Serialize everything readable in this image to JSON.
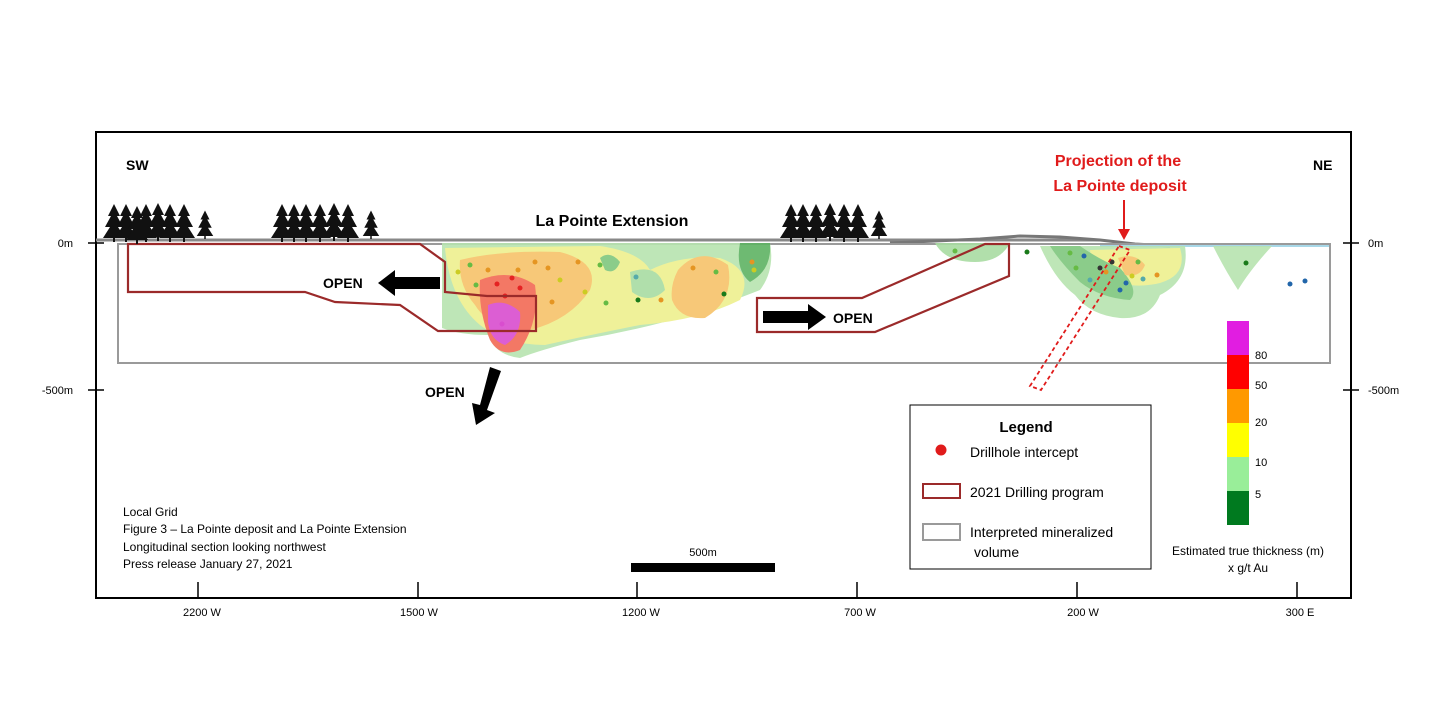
{
  "labels": {
    "sw": "SW",
    "ne": "NE",
    "title": "La Pointe Extension",
    "projection_line1": "Projection of the",
    "projection_line2": "La Pointe deposit",
    "open": "OPEN"
  },
  "depth_axis": {
    "left": [
      "0m",
      "-500m"
    ],
    "right": [
      "0m",
      "-500m"
    ]
  },
  "x_axis_ticks": [
    "2200 W",
    "1500 W",
    "1200 W",
    "700 W",
    "200 W",
    "300 E"
  ],
  "legend": {
    "title": "Legend",
    "items": [
      {
        "label": "Drillhole intercept"
      },
      {
        "label": "2021 Drilling program"
      },
      {
        "label": "Interpreted  mineralized",
        "label2": "volume"
      }
    ]
  },
  "color_scale": {
    "ticks": [
      "80",
      "50",
      "20",
      "10",
      "5"
    ],
    "title_line1": "Estimated true thickness (m)",
    "title_line2": "x g/t Au",
    "colors": [
      "#e11de1",
      "#ff0000",
      "#ff9900",
      "#ffff00",
      "#99ee99",
      "#007a1f"
    ]
  },
  "scale_bar": {
    "label": "500m"
  },
  "caption": [
    "Local Grid",
    "Figure 3 – La Pointe deposit and  La Pointe Extension",
    "Longitudinal section looking northwest",
    "Press release January 27, 2021"
  ],
  "colors": {
    "program_outline": "#9b2a2a",
    "projection_red": "#e01b1b",
    "volume_outline": "#9a9a9a"
  }
}
